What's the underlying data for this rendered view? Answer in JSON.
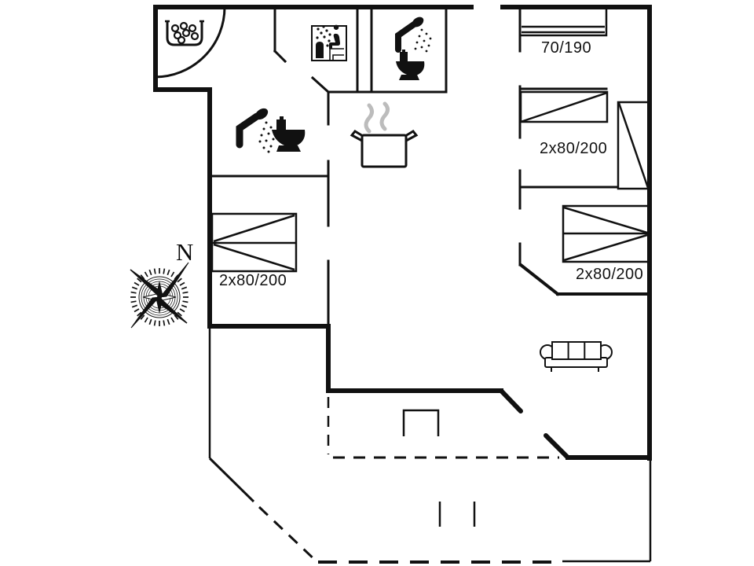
{
  "plan": {
    "type": "floor-plan",
    "background_color": "#ffffff",
    "wall_color": "#111111",
    "steam_color": "#bcbcbc",
    "compass_label": "N",
    "labels": {
      "crib_bed": "70/190",
      "bedroom_east_top_bed": "2x80/200",
      "bedroom_east_bottom_bed": "2x80/200",
      "bedroom_west_bed": "2x80/200"
    },
    "icons": [
      "whirlpool-tub-icon",
      "sauna-icon",
      "shower-icon-bathroom-top",
      "toilet-icon-bathroom-top",
      "shower-icon-bathroom-west",
      "toilet-icon-bathroom-west",
      "cooking-pot-icon",
      "sofa-icon",
      "crib-icon",
      "single-bed-icon",
      "double-bed-icon",
      "compass-rose-icon"
    ]
  }
}
